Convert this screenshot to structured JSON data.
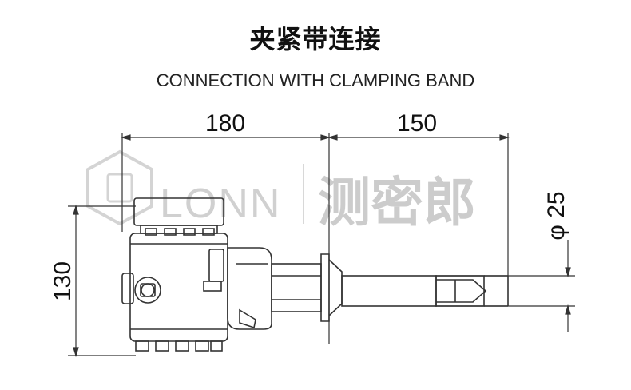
{
  "title": "夹紧带连接",
  "subtitle": "CONNECTION WITH CLAMPING BAND",
  "dimensions": {
    "width_left": "180",
    "width_right": "150",
    "height": "130",
    "diameter": "φ 25"
  },
  "watermark": {
    "latin": "LONN",
    "chinese": "测密郎"
  },
  "colors": {
    "line": "#333333",
    "watermark": "#cccccc"
  }
}
